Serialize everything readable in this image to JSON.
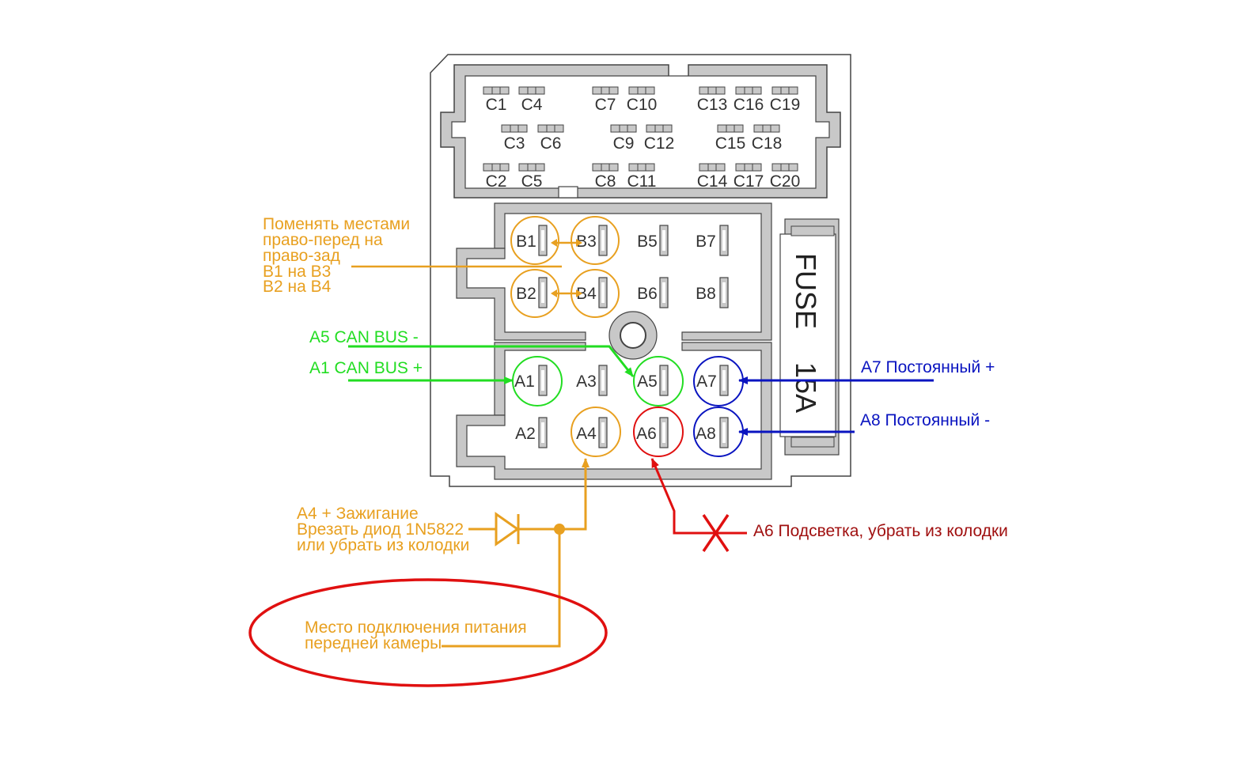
{
  "colors": {
    "orange": "#E8A020",
    "green": "#22DD22",
    "blue": "#0A14C0",
    "red": "#E01010",
    "dark_red": "#A01010",
    "housing_gray": "#C8C8C8",
    "outline": "#444444"
  },
  "connector_c": {
    "pins": [
      "C1",
      "C4",
      "C7",
      "C10",
      "C13",
      "C16",
      "C19",
      "C3",
      "C6",
      "C9",
      "C12",
      "C15",
      "C18",
      "C2",
      "C5",
      "C8",
      "C11",
      "C14",
      "C17",
      "C20"
    ]
  },
  "connector_b": {
    "pins": [
      "B1",
      "B3",
      "B5",
      "B7",
      "B2",
      "B4",
      "B6",
      "B8"
    ]
  },
  "connector_a": {
    "pins": [
      "A1",
      "A3",
      "A5",
      "A7",
      "A2",
      "A4",
      "A6",
      "A8"
    ]
  },
  "fuse": {
    "label": "FUSE",
    "rating": "15A"
  },
  "annotations": {
    "swap": {
      "lines": [
        "Поменять местами",
        "право-перед на",
        "право-зад",
        "В1 на В3",
        "В2 на В4"
      ]
    },
    "a5": "A5 CAN BUS -",
    "a1": "A1 CAN BUS +",
    "a7": "A7 Постоянный +",
    "a8": "A8 Постоянный -",
    "a4": {
      "lines": [
        "А4 + Зажигание",
        "Врезать диод 1N5822",
        "или убрать из колодки"
      ]
    },
    "a6": "А6 Подсветка, убрать из колодки",
    "camera": {
      "lines": [
        "Место подключения питания",
        "передней камеры"
      ]
    }
  }
}
